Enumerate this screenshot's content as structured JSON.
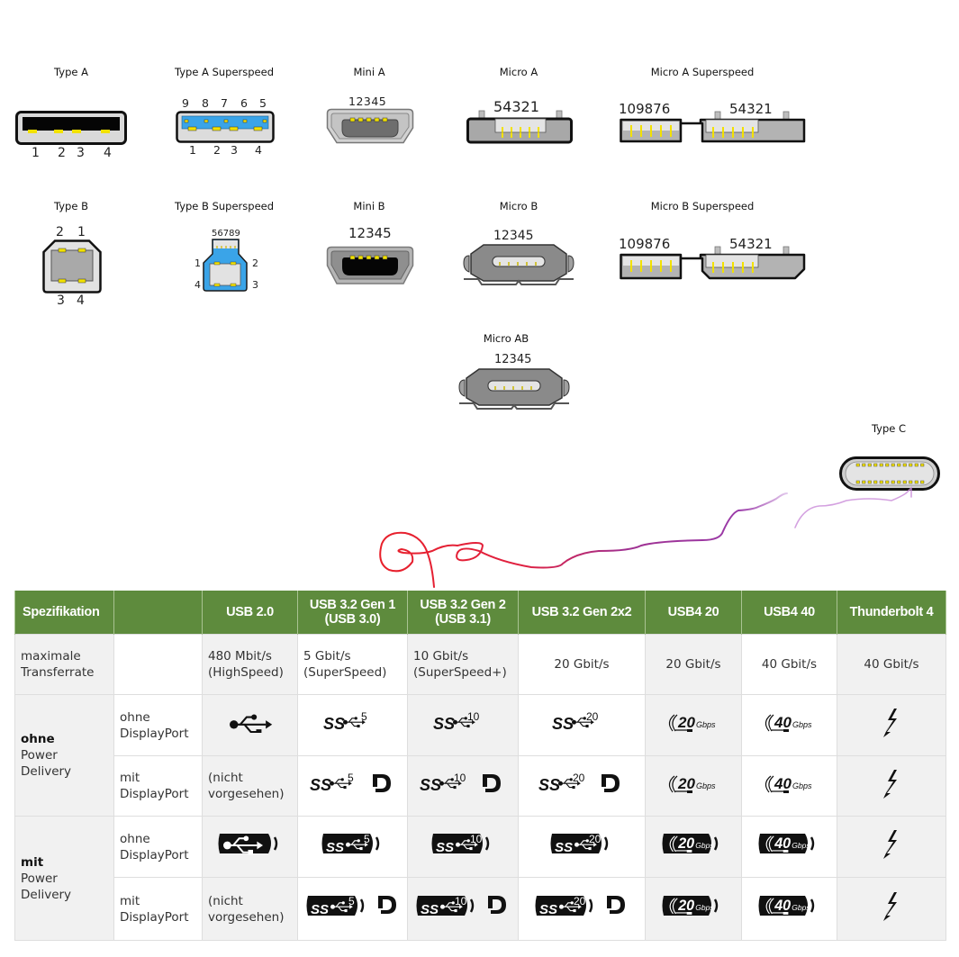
{
  "connectors": {
    "type_a": {
      "label": "Type A",
      "pins_bottom": [
        "1",
        "2",
        "3",
        "4"
      ]
    },
    "type_a_ss": {
      "label": "Type A Superspeed",
      "pins_top": [
        "9",
        "8",
        "7",
        "6",
        "5"
      ],
      "pins_bottom": [
        "1",
        "2",
        "3",
        "4"
      ],
      "accent": "#3aa4e8"
    },
    "mini_a": {
      "label": "Mini A",
      "pins": "12345"
    },
    "micro_a": {
      "label": "Micro A",
      "pins": "54321"
    },
    "micro_a_ss": {
      "label": "Micro A Superspeed",
      "pins_left": "109876",
      "pins_right": "54321"
    },
    "type_b": {
      "label": "Type B",
      "pins_top": [
        "2",
        "1"
      ],
      "pins_bottom": [
        "3",
        "4"
      ]
    },
    "type_b_ss": {
      "label": "Type B Superspeed",
      "pins_top": "56789",
      "pin_1": "1",
      "pin_2": "2",
      "pin_3": "3",
      "pin_4": "4",
      "accent": "#3aa4e8"
    },
    "mini_b": {
      "label": "Mini B",
      "pins": "12345"
    },
    "micro_b": {
      "label": "Micro B",
      "pins": "12345"
    },
    "micro_b_ss": {
      "label": "Micro B Superspeed",
      "pins_left": "109876",
      "pins_right": "54321"
    },
    "micro_ab": {
      "label": "Micro AB",
      "pins": "12345"
    },
    "type_c": {
      "label": "Type C"
    }
  },
  "colors": {
    "pin_yellow": "#f2e100",
    "connector_gray": "#c8c8c8",
    "header_green": "#5e8b3d",
    "scribble_start": "#e8202a",
    "scribble_end": "#9a3aa8"
  },
  "table": {
    "headers": [
      "Spezifikation",
      "",
      "USB 2.0",
      "USB 3.2 Gen 1\n(USB 3.0)",
      "USB 3.2 Gen 2\n(USB 3.1)",
      "USB 3.2 Gen 2x2",
      "USB4 20",
      "USB4 40",
      "Thunderbolt 4"
    ],
    "header_lines": {
      "usb32g1_a": "USB 3.2 Gen 1",
      "usb32g1_b": "(USB 3.0)",
      "usb32g2_a": "USB 3.2 Gen 2",
      "usb32g2_b": "(USB 3.1)"
    },
    "transfer_row": {
      "label_a": "maximale",
      "label_b": "Transferrate",
      "values": [
        {
          "a": "480 Mbit/s",
          "b": "(HighSpeed)"
        },
        {
          "a": "5 Gbit/s",
          "b": "(SuperSpeed)"
        },
        {
          "a": "10 Gbit/s",
          "b": "(SuperSpeed+)"
        },
        {
          "a": "20 Gbit/s",
          "b": ""
        },
        {
          "a": "20 Gbit/s",
          "b": ""
        },
        {
          "a": "40 Gbit/s",
          "b": ""
        },
        {
          "a": "40 Gbit/s",
          "b": ""
        }
      ]
    },
    "groups": [
      {
        "bold": "ohne",
        "rest_a": "Power",
        "rest_b": "Delivery"
      },
      {
        "bold": "mit",
        "rest_a": "Power",
        "rest_b": "Delivery"
      }
    ],
    "sub_labels": {
      "ohne_dp_a": "ohne",
      "ohne_dp_b": "DisplayPort",
      "mit_dp_a": "mit",
      "mit_dp_b": "DisplayPort"
    },
    "not_provided_a": "(nicht",
    "not_provided_b": "vorgesehen)",
    "logo_rows": [
      [
        "usb-trident-icon",
        "superspeed-5-icon",
        "superspeed-10-icon",
        "superspeed-20-icon",
        "usb4-20gbps-icon",
        "usb4-40gbps-icon",
        "thunderbolt-icon"
      ],
      [
        "not-provided",
        "superspeed-5-displayport-icon",
        "superspeed-10-displayport-icon",
        "superspeed-20-displayport-icon",
        "usb4-20gbps-icon",
        "usb4-40gbps-icon",
        "thunderbolt-icon"
      ],
      [
        "usb-pd-icon",
        "superspeed-5-pd-icon",
        "superspeed-10-pd-icon",
        "superspeed-20-pd-icon",
        "usb4-20gbps-pd-icon",
        "usb4-40gbps-pd-icon",
        "thunderbolt-icon"
      ],
      [
        "not-provided",
        "superspeed-5-pd-displayport-icon",
        "superspeed-10-pd-displayport-icon",
        "superspeed-20-pd-displayport-icon",
        "usb4-20gbps-pd-icon",
        "usb4-40gbps-pd-icon",
        "thunderbolt-icon"
      ]
    ],
    "logo_numbers": {
      "ss5": "5",
      "ss10": "10",
      "ss20": "20",
      "g20": "20",
      "g40": "40",
      "gbps": "Gbps",
      "ss": "SS"
    }
  }
}
